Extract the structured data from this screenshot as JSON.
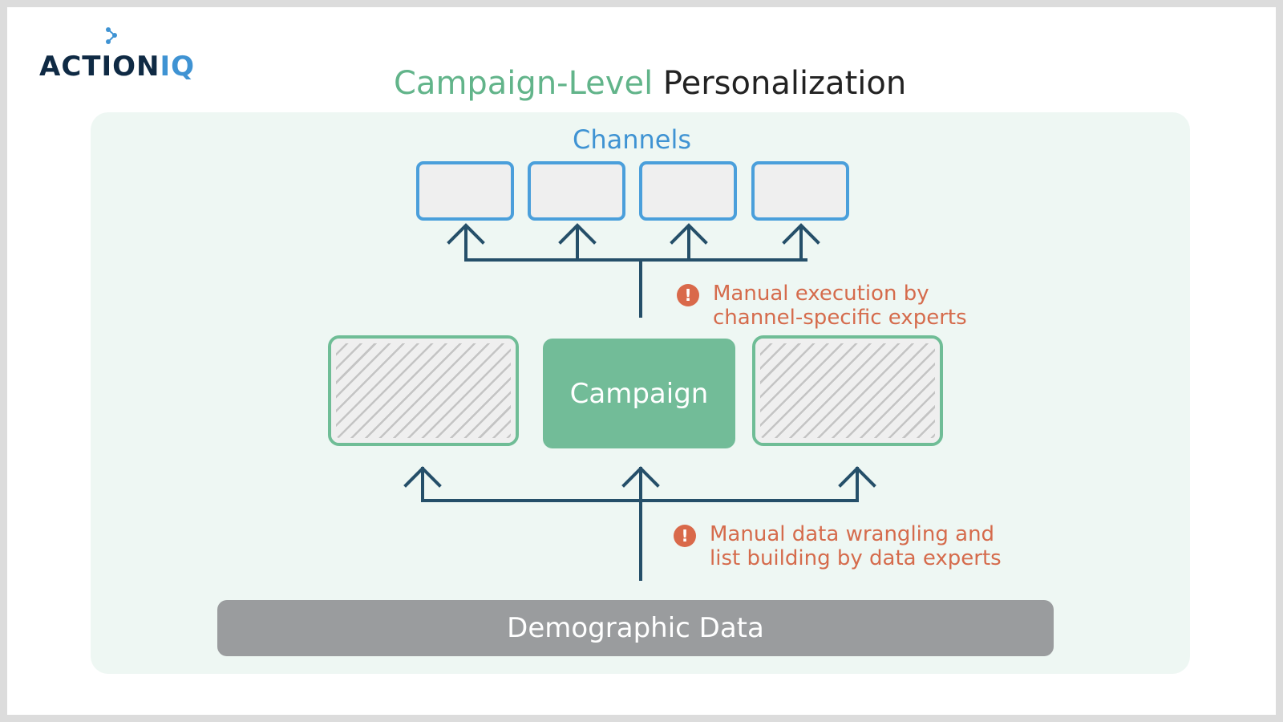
{
  "logo": {
    "text_main": "ACTION",
    "text_accent": "IQ"
  },
  "title": {
    "accent": "Campaign-Level",
    "rest": "Personalization"
  },
  "diagram": {
    "channels_label": "Channels",
    "campaign_label": "Campaign",
    "base_label": "Demographic Data",
    "notes": {
      "execution": {
        "line1": "Manual execution by",
        "line2": "channel-specific experts"
      },
      "wrangling": {
        "line1": "Manual data wrangling and",
        "line2": "list building by data experts"
      }
    }
  },
  "colors": {
    "accent_green": "#62b48a",
    "channel_blue": "#4a9fdb",
    "arrow_navy": "#254f69",
    "warning_orange": "#d9694a",
    "base_gray": "#9a9c9e"
  }
}
